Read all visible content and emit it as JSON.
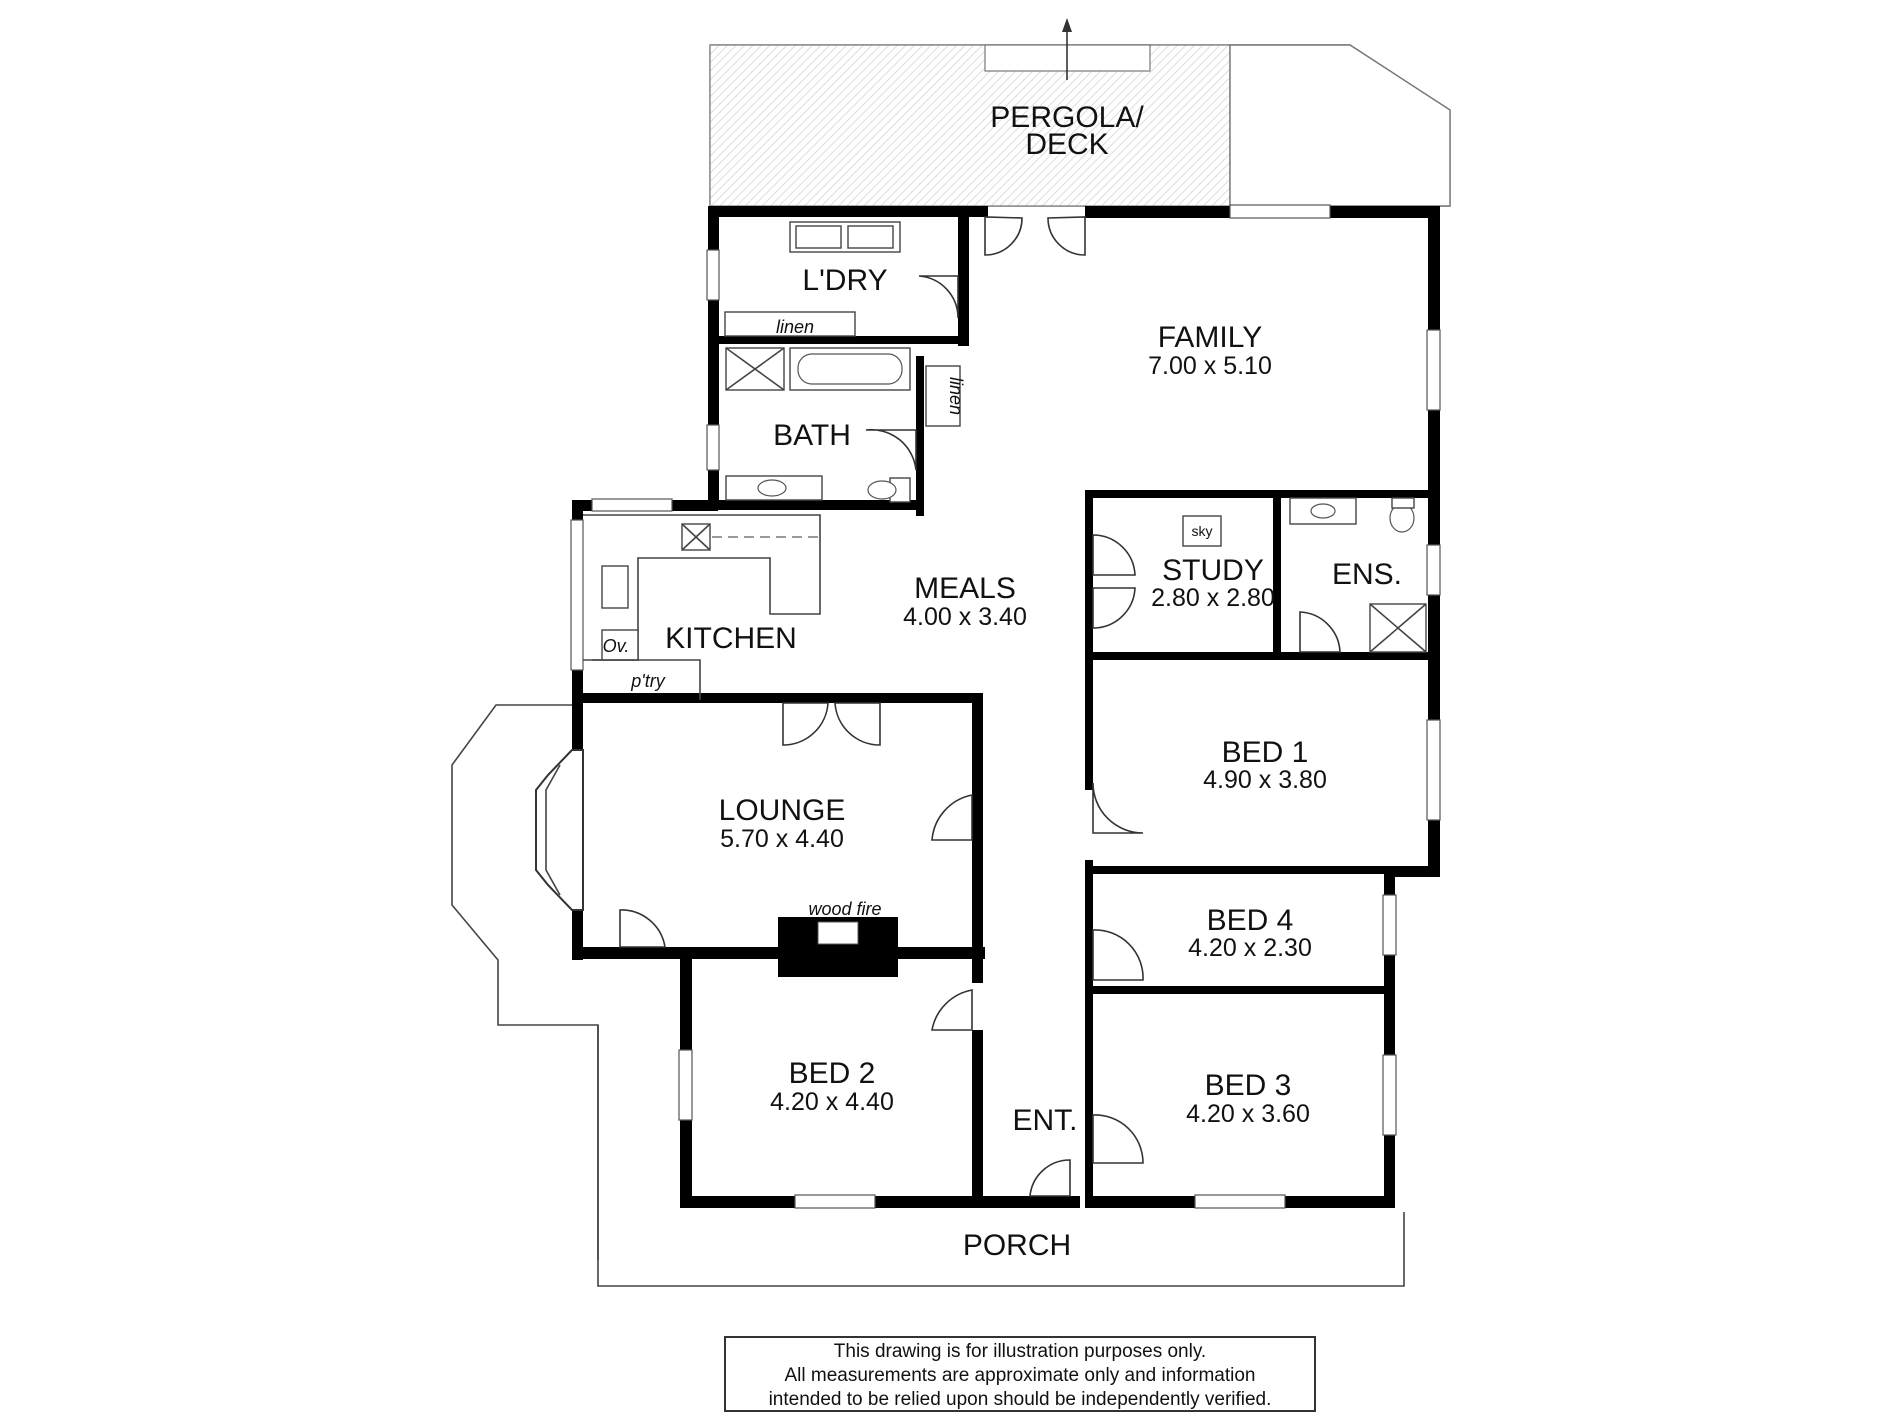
{
  "rooms": {
    "pergola": {
      "line1": "PERGOLA/",
      "line2": "DECK"
    },
    "laundry": {
      "name": "L'DRY"
    },
    "family": {
      "name": "FAMILY",
      "size": "7.00 x 5.10"
    },
    "bath": {
      "name": "BATH"
    },
    "meals": {
      "name": "MEALS",
      "size": "4.00 x 3.40"
    },
    "study": {
      "name": "STUDY",
      "size": "2.80 x 2.80"
    },
    "ensuite": {
      "name": "ENS."
    },
    "kitchen": {
      "name": "KITCHEN"
    },
    "bed1": {
      "name": "BED 1",
      "size": "4.90 x 3.80"
    },
    "lounge": {
      "name": "LOUNGE",
      "size": "5.70 x 4.40"
    },
    "bed4": {
      "name": "BED 4",
      "size": "4.20 x 2.30"
    },
    "bed2": {
      "name": "BED 2",
      "size": "4.20 x 4.40"
    },
    "bed3": {
      "name": "BED 3",
      "size": "4.20 x 3.60"
    },
    "entry": {
      "name": "ENT."
    },
    "porch": {
      "name": "PORCH"
    }
  },
  "labels": {
    "linen_laundry": "linen",
    "linen_hall": "linen",
    "pantry": "p'try",
    "oven": "Ov.",
    "wood_fire": "wood fire",
    "skylight": "sky"
  },
  "disclaimer": {
    "line1": "This drawing is for illustration purposes only.",
    "line2": "All measurements are approximate only and information",
    "line3": "intended to be relied upon should be independently verified."
  }
}
